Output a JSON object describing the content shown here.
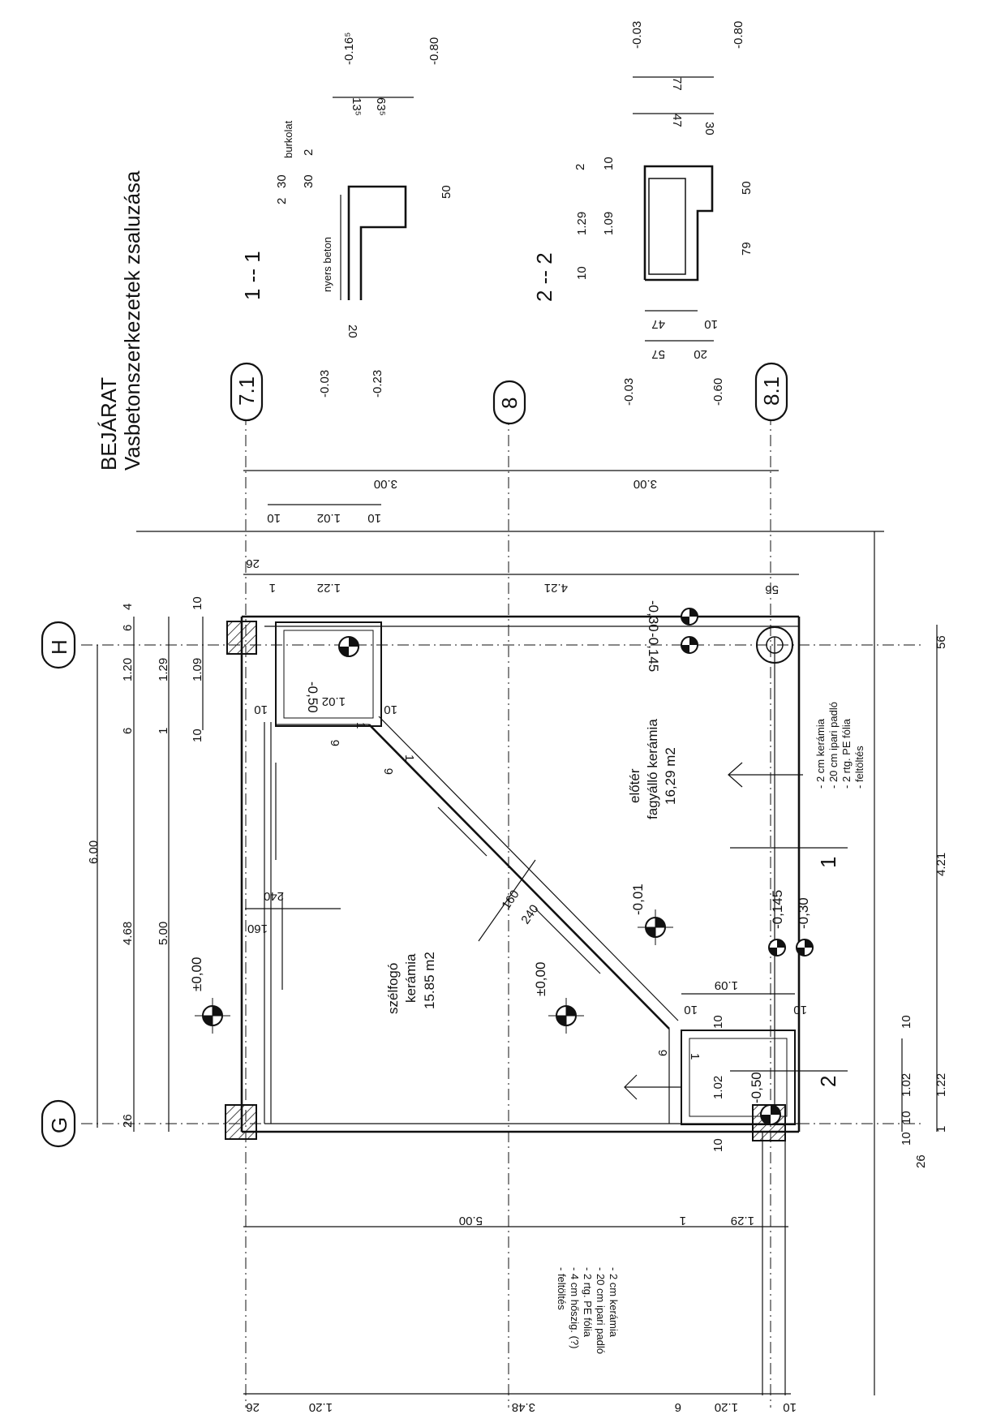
{
  "title": {
    "line1": "BEJÁRAT",
    "line2": "Vasbetonszerkezetek zsaluzása"
  },
  "axes": {
    "g": "G",
    "h": "H",
    "a71": "7.1",
    "a8": "8",
    "a81": "8.1"
  },
  "sections": {
    "s1": "1 -- 1",
    "s2": "2 -- 2",
    "cut1": "1",
    "cut2": "2"
  },
  "rooms": {
    "szelfogo": {
      "name": "szélfogó",
      "material": "kerámia",
      "area": "15.85 m2",
      "level": "±0,00"
    },
    "eloter": {
      "name": "előtér",
      "material": "fagyálló kerámia",
      "area": "16,29 m2",
      "level": "-0,01"
    },
    "outside_level": "±0,00",
    "pit1_level": "-0,50",
    "pit2_level": "-0,50",
    "level_030": "-0,30",
    "level_0145": "-0,145",
    "level_0145b": "-0,145",
    "level_030b": "-0,30"
  },
  "layers": {
    "eloter": [
      "- 2 cm kerámia",
      "- 20 cm ipari padló",
      "- 2 rtg. PE fólia",
      "- feltöltés"
    ],
    "szelfogo": [
      "- 2 cm kerámia",
      "- 20 cm ipari padló",
      "- 2 rtg. PE fólia",
      "- 4 cm hőszig. (?)",
      "- feltöltés"
    ]
  },
  "section1": {
    "levels": [
      "-0.16⁵",
      "-0.80",
      "-0.03",
      "-0.23"
    ],
    "labels": [
      "burkolat",
      "nyers beton"
    ],
    "dims": [
      "2",
      "30",
      "30",
      "2",
      "13⁵",
      "63⁵",
      "50",
      "20"
    ]
  },
  "section2": {
    "levels": [
      "-0.03",
      "-0.80",
      "-0.03",
      "-0.60"
    ],
    "dims": [
      "77",
      "47",
      "30",
      "2",
      "10",
      "1.29",
      "1.09",
      "10",
      "50",
      "79",
      "47",
      "10",
      "57",
      "20"
    ]
  },
  "dims": {
    "top_600": "6.00",
    "top_468": "4.68",
    "top_500": "5.00",
    "top_120": "1.20",
    "top_129": "1.29",
    "top_109": "1.09",
    "top_6a": "6",
    "top_6b": "6",
    "top_4": "4",
    "top_1": "1",
    "top_10a": "10",
    "top_10b": "10",
    "top_26": "26",
    "r_300a": "3.00",
    "r_300b": "3.00",
    "r_102": "1.02",
    "r_10a": "10",
    "r_10b": "10",
    "r_26": "26",
    "r_122": "1.22",
    "r_421": "4.21",
    "r_1": "1",
    "r_56": "56",
    "pit_102": "1.02",
    "pit_10a": "10",
    "pit_10b": "10",
    "pit_102b": "1.02",
    "pit_10c": "10",
    "pit_10d": "10",
    "pit_6": "6",
    "pit_6b": "6",
    "pit_6c": "6",
    "pit_1": "1",
    "pit_1b": "1",
    "pit_1c": "1",
    "wall_240": "240",
    "wall_160": "160",
    "diag_160": "160",
    "diag_240": "240",
    "b_109": "1.09",
    "b_10a": "10",
    "b_10b": "10",
    "b_500": "5.00",
    "b_129": "1.29",
    "b_1": "1",
    "bot_26": "26",
    "bot_120a": "1.20",
    "bot_348": "3.48",
    "bot_6": "6",
    "bot_120b": "1.20",
    "bot_10": "10",
    "br_56": "56",
    "br_421": "4.21",
    "br_122": "1.22",
    "br_102": "1.02",
    "br_10": "10",
    "br_10b": "10",
    "br_1": "1",
    "br_26": "26",
    "br_10c": "10"
  }
}
